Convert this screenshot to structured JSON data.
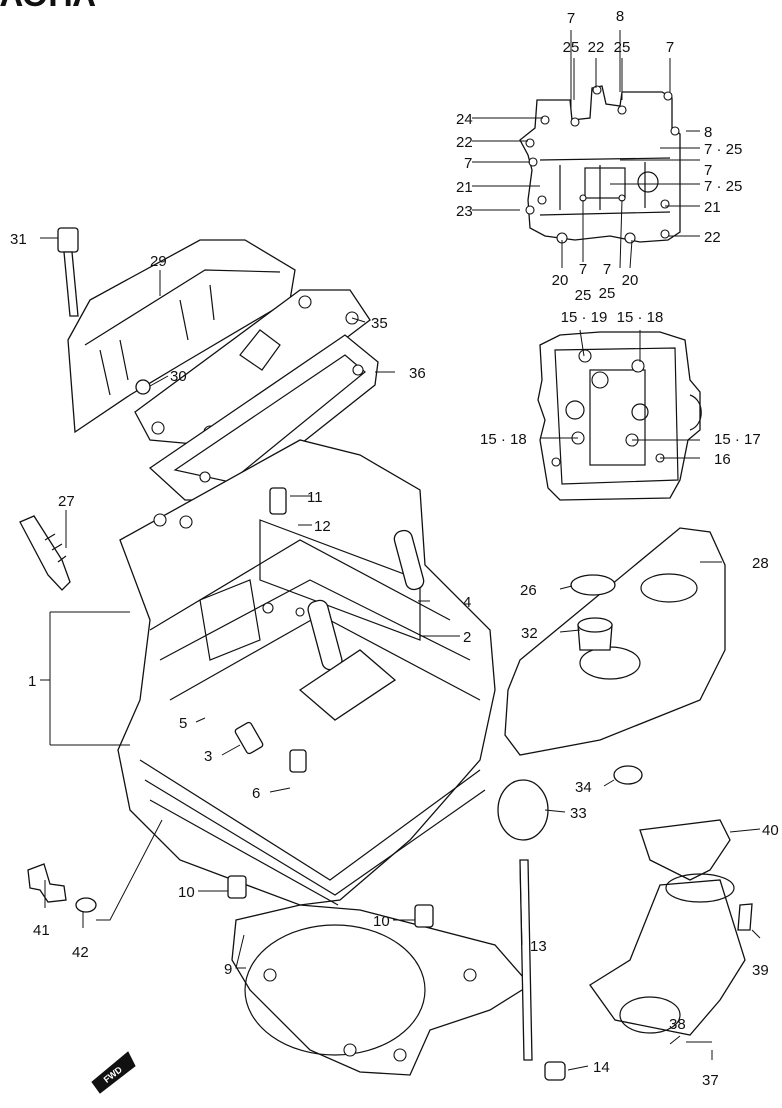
{
  "header": {
    "title_fragment": "ΛΟΠΛ"
  },
  "fwd_label": "FWD",
  "callouts": [
    {
      "id": "c1",
      "text": "7"
    },
    {
      "id": "c2",
      "text": "8"
    },
    {
      "id": "c3",
      "text": "25"
    },
    {
      "id": "c4",
      "text": "22"
    },
    {
      "id": "c5",
      "text": "25"
    },
    {
      "id": "c6",
      "text": "7"
    },
    {
      "id": "c7",
      "text": "24"
    },
    {
      "id": "c8",
      "text": "8"
    },
    {
      "id": "c9",
      "text": "22"
    },
    {
      "id": "c10",
      "text": "7 · 25"
    },
    {
      "id": "c11",
      "text": "7"
    },
    {
      "id": "c12",
      "text": "7"
    },
    {
      "id": "c13",
      "text": "7 · 25"
    },
    {
      "id": "c14",
      "text": "21"
    },
    {
      "id": "c15",
      "text": "21"
    },
    {
      "id": "c16",
      "text": "23"
    },
    {
      "id": "c17",
      "text": "22"
    },
    {
      "id": "c18",
      "text": "20"
    },
    {
      "id": "c19",
      "text": "7"
    },
    {
      "id": "c20",
      "text": "7"
    },
    {
      "id": "c21",
      "text": "20"
    },
    {
      "id": "c22",
      "text": "25"
    },
    {
      "id": "c23",
      "text": "25"
    },
    {
      "id": "c24",
      "text": "15 · 19"
    },
    {
      "id": "c25",
      "text": "15 · 18"
    },
    {
      "id": "c26",
      "text": "15 · 18"
    },
    {
      "id": "c27",
      "text": "15 · 17"
    },
    {
      "id": "c28",
      "text": "16"
    },
    {
      "id": "c29",
      "text": "31"
    },
    {
      "id": "c30",
      "text": "29"
    },
    {
      "id": "c31",
      "text": "35"
    },
    {
      "id": "c32",
      "text": "30"
    },
    {
      "id": "c33",
      "text": "36"
    },
    {
      "id": "c34",
      "text": "27"
    },
    {
      "id": "c35",
      "text": "11"
    },
    {
      "id": "c36",
      "text": "12"
    },
    {
      "id": "c37",
      "text": "28"
    },
    {
      "id": "c38",
      "text": "26"
    },
    {
      "id": "c39",
      "text": "4"
    },
    {
      "id": "c40",
      "text": "32"
    },
    {
      "id": "c41",
      "text": "2"
    },
    {
      "id": "c42",
      "text": "1"
    },
    {
      "id": "c43",
      "text": "5"
    },
    {
      "id": "c44",
      "text": "3"
    },
    {
      "id": "c45",
      "text": "34"
    },
    {
      "id": "c46",
      "text": "6"
    },
    {
      "id": "c47",
      "text": "33"
    },
    {
      "id": "c48",
      "text": "40"
    },
    {
      "id": "c49",
      "text": "10"
    },
    {
      "id": "c50",
      "text": "10"
    },
    {
      "id": "c51",
      "text": "41"
    },
    {
      "id": "c52",
      "text": "42"
    },
    {
      "id": "c53",
      "text": "13"
    },
    {
      "id": "c54",
      "text": "39"
    },
    {
      "id": "c55",
      "text": "9"
    },
    {
      "id": "c56",
      "text": "14"
    },
    {
      "id": "c57",
      "text": "38"
    },
    {
      "id": "c58",
      "text": "37"
    }
  ]
}
